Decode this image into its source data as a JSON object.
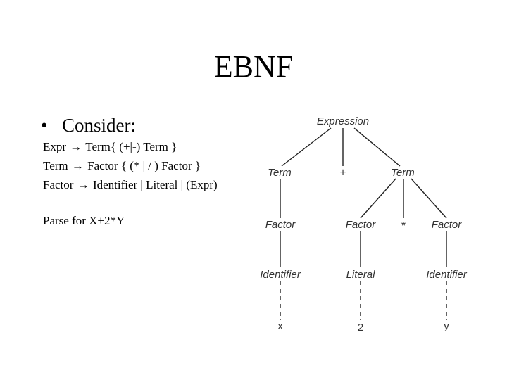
{
  "slide": {
    "title": "EBNF",
    "bullet": "•",
    "heading": "Consider:",
    "rules": [
      {
        "lhs": "Expr",
        "arrow": "→",
        "rhs": "Term{ (+|-) Term }"
      },
      {
        "lhs": "Term",
        "arrow": "→",
        "rhs": "Factor { (* | / ) Factor }"
      },
      {
        "lhs": "Factor",
        "arrow": "→",
        "rhs": "Identifier | Literal | (Expr)"
      }
    ],
    "task": "Parse for X+2*Y"
  },
  "tree": {
    "root": "Expression",
    "level1": {
      "term_left": "Term",
      "plus": "+",
      "term_right": "Term"
    },
    "level2": {
      "factor_a": "Factor",
      "factor_b": "Factor",
      "times": "*",
      "factor_c": "Factor"
    },
    "level3": {
      "identifier_a": "Identifier",
      "literal": "Literal",
      "identifier_b": "Identifier"
    },
    "leaves": {
      "x": "x",
      "two": "2",
      "y": "y"
    }
  }
}
